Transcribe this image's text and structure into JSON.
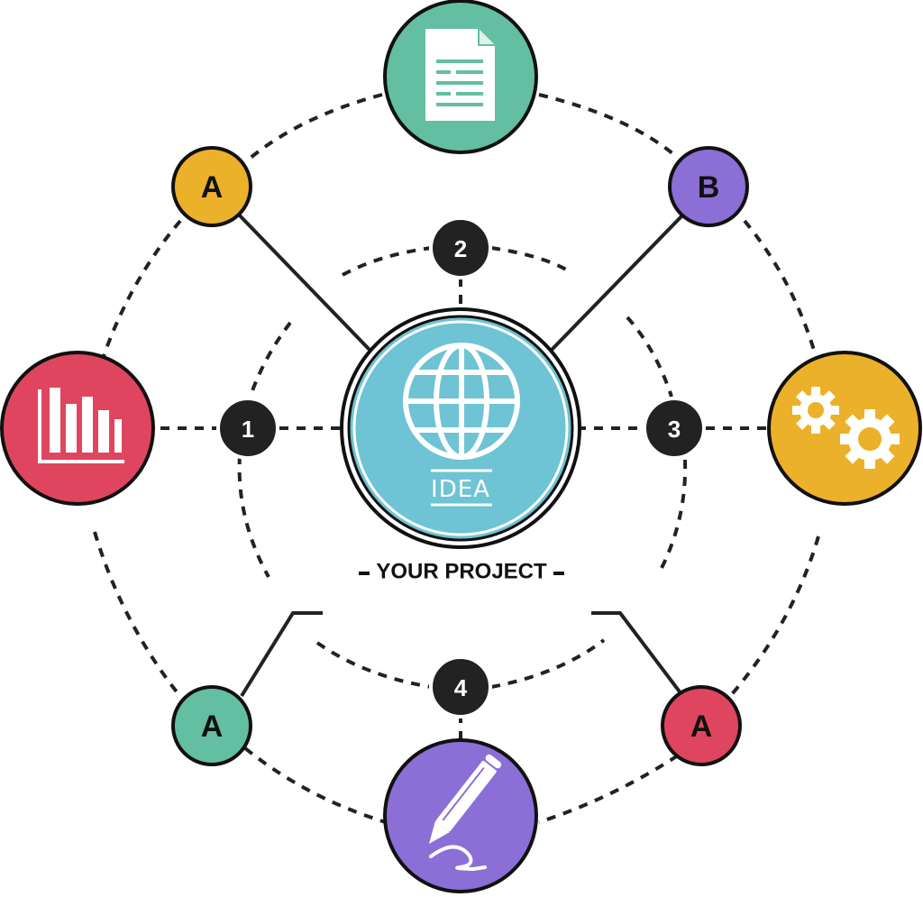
{
  "center": {
    "label": "IDEA",
    "icon": "globe-icon",
    "color": "#6ec3d4"
  },
  "caption": "YOUR PROJECT",
  "steps": [
    "1",
    "2",
    "3",
    "4"
  ],
  "letters": {
    "top_left": {
      "text": "A",
      "color": "#ecb12a"
    },
    "top_right": {
      "text": "B",
      "color": "#8b6fd6"
    },
    "bottom_left": {
      "text": "A",
      "color": "#64bfa2"
    },
    "bottom_right": {
      "text": "A",
      "color": "#e0455f"
    }
  },
  "nodes": {
    "top": {
      "icon": "document-icon",
      "color": "#64bfa2"
    },
    "left": {
      "icon": "bar-chart-icon",
      "color": "#e0455f"
    },
    "right": {
      "icon": "gears-icon",
      "color": "#ecb12a"
    },
    "bottom": {
      "icon": "pen-icon",
      "color": "#8b6fd6"
    }
  }
}
